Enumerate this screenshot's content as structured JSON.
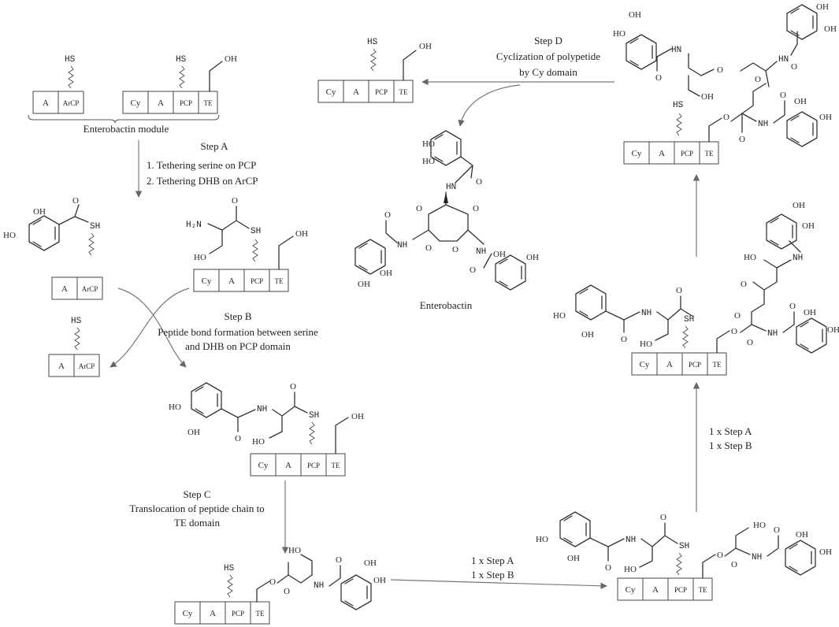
{
  "module_label": "Enterobactin module",
  "product_label": "Enterobactin",
  "steps": {
    "a_title": "Step A",
    "a_line1": "1. Tethering serine on PCP",
    "a_line2": "2. Tethering DHB on ArCP",
    "b_title": "Step B",
    "b_line1": "Peptide bond formation between serine",
    "b_line2": "and DHB on PCP domain",
    "c_title": "Step C",
    "c_line1": "Translocation of peptide chain to",
    "c_line2": "TE domain",
    "d_title": "Step D",
    "d_line1": "Cyclization of polypetide",
    "d_line2": "by Cy domain",
    "repeat_a": "1 x Step A",
    "repeat_b": "1 x Step B"
  },
  "domains": {
    "a": "A",
    "arcp": "ArCP",
    "cy": "Cy",
    "pcp": "PCP",
    "te": "TE"
  },
  "atoms": {
    "sh": "SH",
    "hs": "HS",
    "oh": "OH",
    "ho": "HO",
    "o": "O",
    "nh": "NH",
    "hn": "HN",
    "nh2": "H₂N"
  }
}
